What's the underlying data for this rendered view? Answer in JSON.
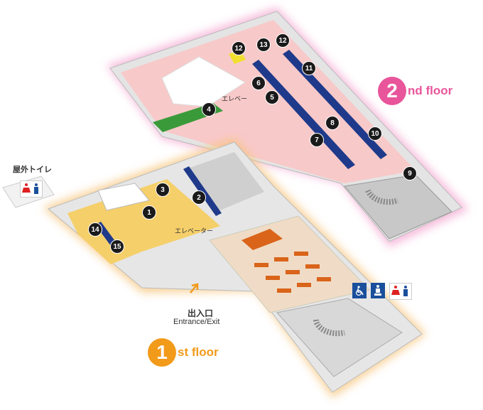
{
  "floors": {
    "second": {
      "number": "2",
      "suffix": "nd floor",
      "color": "#e8559b"
    },
    "first": {
      "number": "1",
      "suffix": "st floor",
      "color": "#f29a1a"
    }
  },
  "labels": {
    "outdoor_toilet": "屋外トイレ",
    "entrance_jp": "出入口",
    "entrance_en": "Entrance/Exit",
    "elevator_2f": "エレベー",
    "elevator_1f": "エレベーター"
  },
  "markers": [
    "1",
    "2",
    "3",
    "4",
    "5",
    "6",
    "7",
    "8",
    "9",
    "11",
    "10",
    "12",
    "12",
    "13",
    "14",
    "15"
  ],
  "icons": {
    "accessible": "wheelchair-icon",
    "baby": "baby-changing-icon",
    "restroom": "restroom-icon",
    "entrance_arrow": "arrow-icon"
  },
  "colors": {
    "second_floor_floor": "#f8c9c9",
    "first_floor_floor": "#f5cf6a",
    "shelves": "#1f3a8a",
    "tables": "#d9641a",
    "grass": "#3a9a3a"
  }
}
